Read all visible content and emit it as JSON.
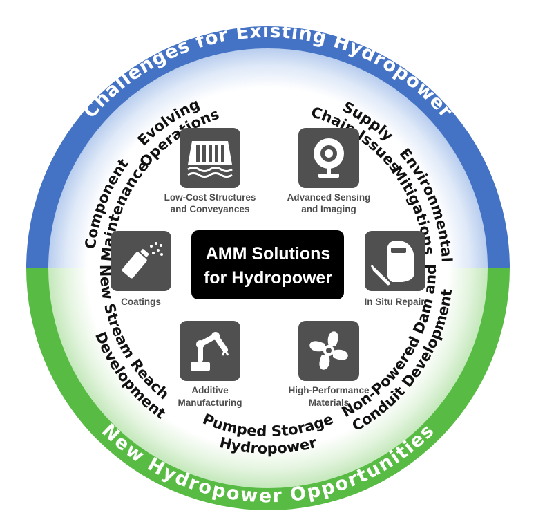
{
  "top_arc_title": "Challenges for Existing Hydropower",
  "bottom_arc_title": "New Hydropower Opportunities",
  "center": {
    "line1": "AMM Solutions",
    "line2": "for Hydropower"
  },
  "challenges": {
    "evolving_operations": [
      "Evolving",
      "Operations"
    ],
    "supply_chain": [
      "Supply",
      "Chain Issues"
    ],
    "component_maintenance": [
      "Component",
      "Maintenance"
    ],
    "environmental_mitigations": [
      "Environmental",
      "Mitigations"
    ]
  },
  "opportunities": {
    "new_stream": [
      "New Stream Reach",
      "Development"
    ],
    "pumped_storage": [
      "Pumped Storage",
      "Hydropower"
    ],
    "non_powered": [
      "Non-Powered Dam and",
      "Conduit Development"
    ]
  },
  "solutions": {
    "low_cost": {
      "label": [
        "Low-Cost Structures",
        "and Conveyances"
      ],
      "icon": "dam-icon"
    },
    "sensing": {
      "label": [
        "Advanced Sensing",
        "and Imaging"
      ],
      "icon": "camera-icon"
    },
    "coatings": {
      "label": [
        "Coatings"
      ],
      "icon": "spray-can-icon"
    },
    "repair": {
      "label": [
        "In Situ Repair"
      ],
      "icon": "welding-mask-icon"
    },
    "additive": {
      "label": [
        "Additive",
        "Manufacturing"
      ],
      "icon": "robot-arm-icon"
    },
    "materials": {
      "label": [
        "High-Performance",
        "Materials"
      ],
      "icon": "fan-icon"
    }
  },
  "colors": {
    "blue": "#4472c4",
    "green": "#58bb43",
    "tile": "#505050",
    "center_box": "#000000"
  }
}
